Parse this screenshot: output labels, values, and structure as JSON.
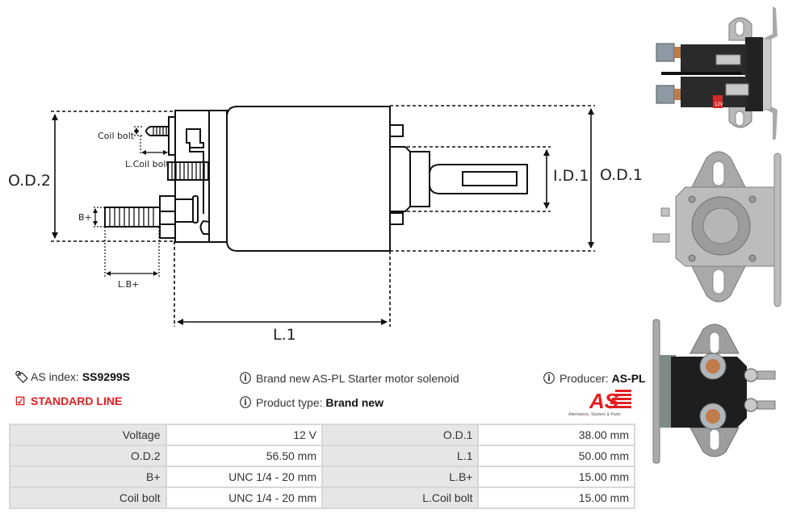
{
  "diagram": {
    "labels": {
      "od2": "O.D.2",
      "od1": "O.D.1",
      "id1": "I.D.1",
      "l1": "L.1",
      "coil_bolt": "Coil bolt",
      "l_coil_bolt": "L.Coil bolt",
      "b_plus": "B+",
      "l_b_plus": "L.B+"
    }
  },
  "product": {
    "index_label": "AS index:",
    "index_value": "SS9299S",
    "line_label": "STANDARD LINE",
    "description": "Brand new AS-PL Starter motor solenoid",
    "type_label": "Product type:",
    "type_value": "Brand new",
    "producer_label": "Producer:",
    "producer_value": "AS-PL",
    "logo_text": "AS",
    "logo_tagline": "Alternators, Starters & Parts",
    "photo_label": "12V"
  },
  "icons": {
    "tags": "tags-icon",
    "check": "check-square-icon",
    "info": "info-circle-icon"
  },
  "colors": {
    "accent": "#e51d20",
    "key_bg": "#e6e6e6",
    "border": "#d8d8d8"
  },
  "specs": [
    {
      "k1": "Voltage",
      "v1": "12 V",
      "k2": "O.D.1",
      "v2": "38.00 mm"
    },
    {
      "k1": "O.D.2",
      "v1": "56.50 mm",
      "k2": "L.1",
      "v2": "50.00 mm"
    },
    {
      "k1": "B+",
      "v1": "UNC 1/4 - 20 mm",
      "k2": "L.B+",
      "v2": "15.00 mm"
    },
    {
      "k1": "Coil bolt",
      "v1": "UNC 1/4 - 20 mm",
      "k2": "L.Coil bolt",
      "v2": "15.00 mm"
    }
  ]
}
